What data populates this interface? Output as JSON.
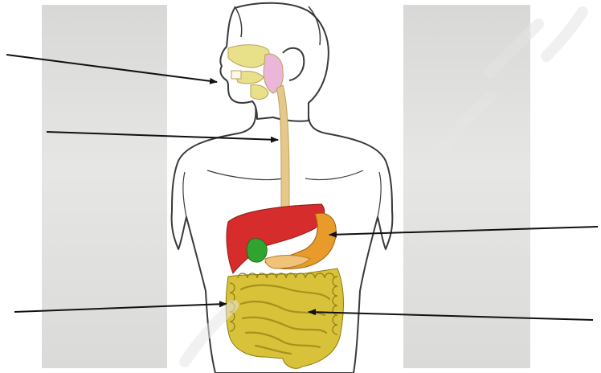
{
  "figure": {
    "background_color": "#ffffff",
    "panel_color": "#dcdcda",
    "arrow_color": "#111111",
    "outline_color": "#3a3a3a",
    "labels": [
      {
        "id": "label-1",
        "text": ""
      },
      {
        "id": "label-2",
        "text": ""
      },
      {
        "id": "label-3",
        "text": ""
      },
      {
        "id": "label-4",
        "text": ""
      },
      {
        "id": "label-5",
        "text": ""
      }
    ],
    "organ_colors": {
      "salivary": "#e9e08a",
      "parotid": "#eab7d8",
      "esophagus": "#e6c98a",
      "liver": "#d62c2c",
      "gallbladder": "#2fa52f",
      "stomach": "#e89b2a",
      "pancreas": "#f0c27a",
      "intestine": "#d8c23a"
    }
  }
}
